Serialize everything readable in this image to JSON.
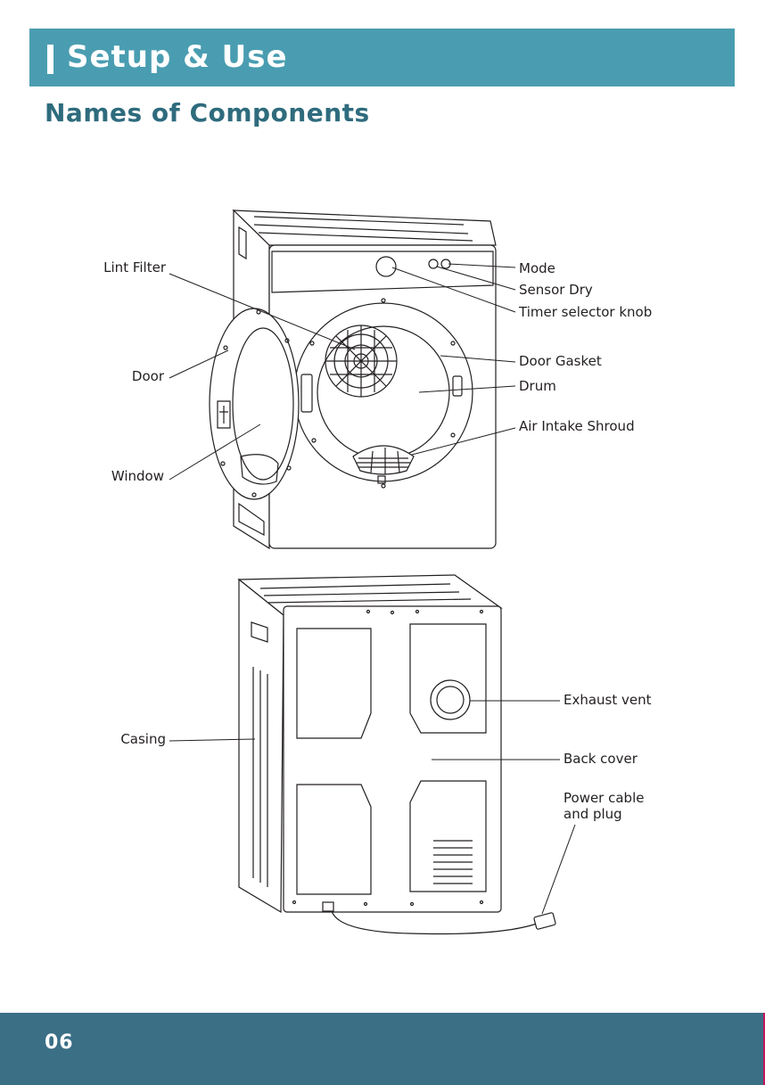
{
  "header": {
    "title": "Setup & Use"
  },
  "section": {
    "title": "Names of Components"
  },
  "front_labels": {
    "lint_filter": "Lint Filter",
    "door": "Door",
    "window": "Window",
    "mode": "Mode",
    "sensor_dry": "Sensor Dry",
    "timer_knob": "Timer selector knob",
    "door_gasket": "Door Gasket",
    "drum": "Drum",
    "air_intake": "Air Intake Shroud"
  },
  "back_labels": {
    "casing": "Casing",
    "exhaust_vent": "Exhaust vent",
    "back_cover": "Back cover",
    "power_cable_line1": "Power cable",
    "power_cable_line2": "and plug"
  },
  "footer": {
    "page_number": "06"
  },
  "colors": {
    "header_bg": "#4a9db1",
    "title_text": "#2e6b7d",
    "footer_bg": "#3b6f86",
    "footer_edge": "#c2185b"
  }
}
